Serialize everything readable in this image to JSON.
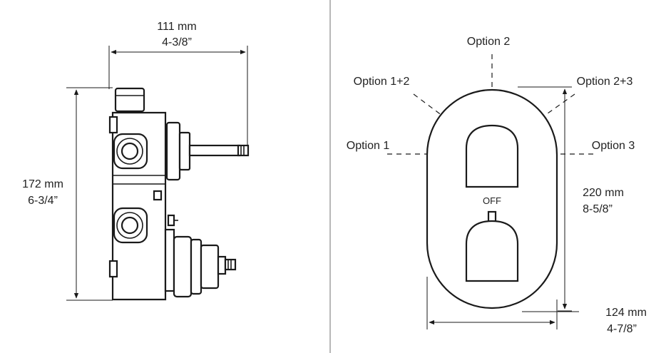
{
  "valve_side_view": {
    "width_dim": {
      "metric": "111 mm",
      "imperial": "4-3/8”"
    },
    "height_dim": {
      "metric": "172 mm",
      "imperial": "6-3/4”"
    }
  },
  "trim_front_view": {
    "option_labels": {
      "top": "Option 2",
      "upper_left": "Option 1+2",
      "upper_right": "Option 2+3",
      "left": "Option 1",
      "right": "Option 3"
    },
    "off_label": "OFF",
    "height_dim": {
      "metric": "220 mm",
      "imperial": "8-5/8”"
    },
    "width_dim": {
      "metric": "124 mm",
      "imperial": "4-7/8”"
    }
  },
  "colors": {
    "line": "#1a1a1a",
    "divider": "#9a9a9a",
    "background": "#ffffff"
  }
}
